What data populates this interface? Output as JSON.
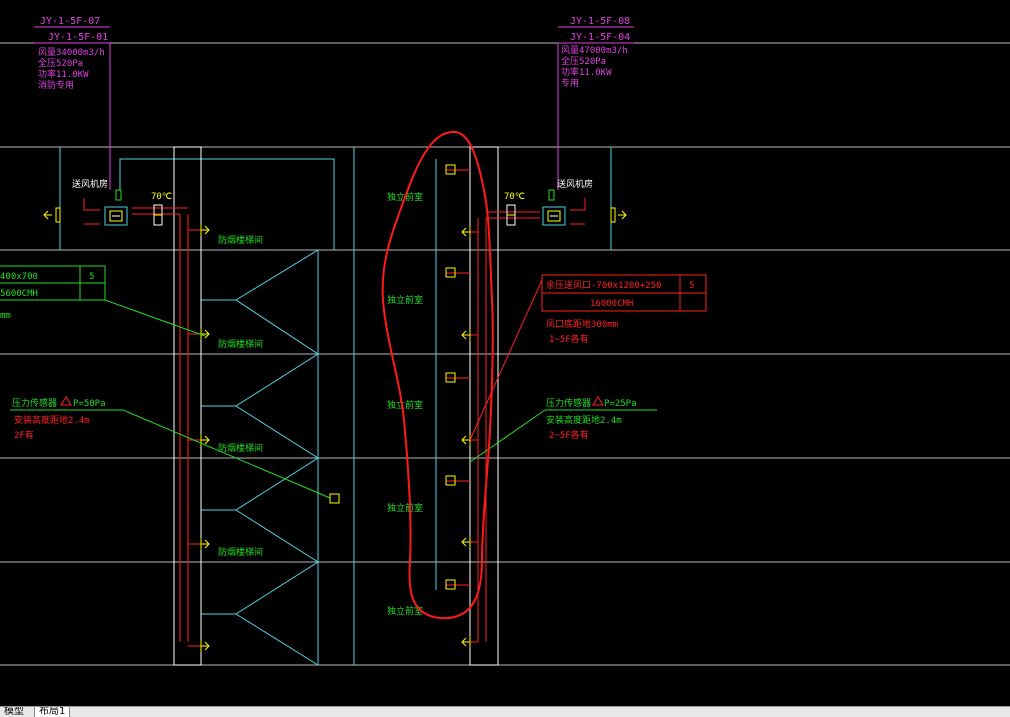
{
  "colors": {
    "background": "#000000",
    "cyan": "#4fd3e3",
    "magenta": "#e040e0",
    "green": "#22dd22",
    "red": "#ff2020",
    "yellow": "#ffff00",
    "grey": "#b8b8b8",
    "white": "#ffffff",
    "markup_red": "#ff1a1a"
  },
  "left_fan": {
    "tag_top": "JY-1-5F-07",
    "tag_bottom": "JY-1-5F-01",
    "spec_lines": [
      "风量34000m3/h",
      "全压520Pa",
      "功率11.0KW",
      "消防专用"
    ],
    "room_label": "送风机房",
    "damper_temp": "70℃"
  },
  "right_fan": {
    "tag_top": "JY-1-5F-08",
    "tag_bottom": "JY-1-5F-04",
    "spec_lines": [
      "风量47000m3/h",
      "全压520Pa",
      "功率11.0KW",
      "专用"
    ],
    "room_label": "送风机房",
    "damper_temp": "70℃"
  },
  "left_shaft_labels": [
    "防烟楼梯间",
    "防烟楼梯间",
    "防烟楼梯间",
    "防烟楼梯间"
  ],
  "right_shaft_labels": [
    "独立前室",
    "独立前室",
    "独立前室",
    "独立前室",
    "独立前室"
  ],
  "left_table": {
    "row1": "400x700",
    "row2": "5600CMH",
    "count": "5",
    "note": "mm"
  },
  "right_table": {
    "row1": "余压送风口-700x1200+250",
    "row2": "16000CMH",
    "count": "5",
    "note1": "风口底距地300mm",
    "note2": "1~5F各有"
  },
  "left_pressure": {
    "title": "压力传感器",
    "dp": "P=50Pa",
    "line1": "安装高度距地2.4m",
    "line2": "2F有"
  },
  "right_pressure": {
    "title": "压力传感器",
    "dp": "P=25Pa",
    "line1": "安装高度距地2.4m",
    "line2": "2~5F各有"
  },
  "tabs": {
    "model": "模型",
    "layout": "布局1"
  }
}
